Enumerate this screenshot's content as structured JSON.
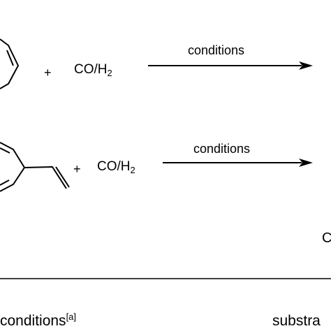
{
  "scheme": {
    "reaction_1": {
      "plus": "+",
      "reagent_main": "CO/H",
      "reagent_sub": "2",
      "arrow_label": "conditions"
    },
    "reaction_2": {
      "plus": "+",
      "reagent_main": "CO/H",
      "reagent_sub": "2",
      "arrow_label": "conditions"
    },
    "right_fragment": "C"
  },
  "table_header": {
    "conditions": "conditions",
    "conditions_footnote": "[a]",
    "substrate": "substra"
  }
}
